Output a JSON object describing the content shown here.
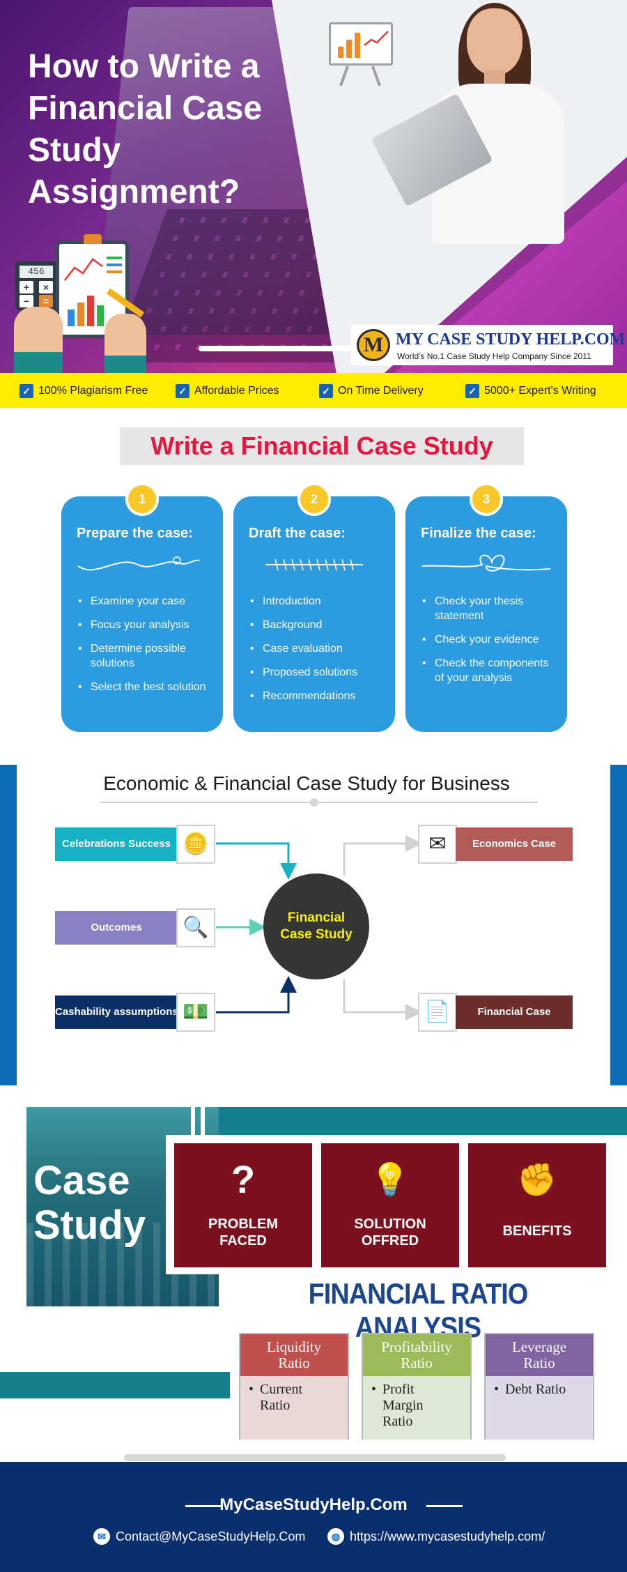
{
  "hero": {
    "title": "How to Write a Financial Case Study Assignment?",
    "calculator_display": "456",
    "brand": {
      "logo_letter": "M",
      "name": "MY CASE STUDY HELP.COM",
      "tagline": "World's No.1 Case Study Help Company Since 2011"
    }
  },
  "features": [
    {
      "label": "100% Plagiarism Free"
    },
    {
      "label": "Affordable Prices"
    },
    {
      "label": "On Time Delivery"
    },
    {
      "label": "5000+ Expert's Writing"
    }
  ],
  "write": {
    "title": "Write a Financial Case Study",
    "cards": [
      {
        "number": "1",
        "title": "Prepare the case:",
        "items": [
          "Examine your case",
          "Focus your analysis",
          "Determine possible solutions",
          "Select the best solution"
        ]
      },
      {
        "number": "2",
        "title": "Draft the case:",
        "items": [
          "Introduction",
          "Background",
          "Case evaluation",
          "Proposed solutions",
          "Recommendations"
        ]
      },
      {
        "number": "3",
        "title": "Finalize the case:",
        "items": [
          "Check your thesis statement",
          "Check your evidence",
          "Check the components of your analysis"
        ]
      }
    ]
  },
  "economic": {
    "title": "Economic & Financial Case Study for Business",
    "center": [
      "Financial",
      "Case Study"
    ],
    "inputs": [
      {
        "label": "Celebrations Success",
        "color": "#16b1c2",
        "icon": "$"
      },
      {
        "label": "Outcomes",
        "color": "#8a80c4",
        "icon": "🔍"
      },
      {
        "label": "Cashability assumptions",
        "color": "#0b2f67",
        "icon": "$"
      }
    ],
    "outputs": [
      {
        "label": "Economics Case",
        "color": "#b35b58",
        "icon": "✉"
      },
      {
        "label": "Financial Case",
        "color": "#6b2e2a",
        "icon": "📄"
      }
    ]
  },
  "case_study": {
    "heading_line1": "Case",
    "heading_line2": "Study",
    "boxes": [
      {
        "icon": "?",
        "line1": "PROBLEM",
        "line2": "FACED"
      },
      {
        "icon": "💡",
        "line1": "SOLUTION",
        "line2": "OFFRED"
      },
      {
        "icon": "✊",
        "line1": "BENEFITS",
        "line2": ""
      }
    ]
  },
  "ratio_analysis": {
    "title": "FINANCIAL RATIO ANALYSIS",
    "ratios": [
      {
        "head": [
          "Liquidity",
          "Ratio"
        ],
        "item": [
          "Current",
          "Ratio"
        ],
        "head_color": "#c0504d",
        "body_color": "#ead7d7"
      },
      {
        "head": [
          "Profitability",
          "Ratio"
        ],
        "item": [
          "Profit",
          "Margin",
          "Ratio"
        ],
        "head_color": "#9bbb59",
        "body_color": "#dfe8d4"
      },
      {
        "head": [
          "Leverage",
          "Ratio"
        ],
        "item": [
          "Debt Ratio"
        ],
        "head_color": "#8064a2",
        "body_color": "#dcd8e6"
      }
    ]
  },
  "footer": {
    "brand": "MyCaseStudyHelp.Com",
    "email": "Contact@MyCaseStudyHelp.Com",
    "website": "https://www.mycasestudyhelp.com/",
    "email_icon": "email-icon",
    "web_icon": "globe-icon"
  }
}
